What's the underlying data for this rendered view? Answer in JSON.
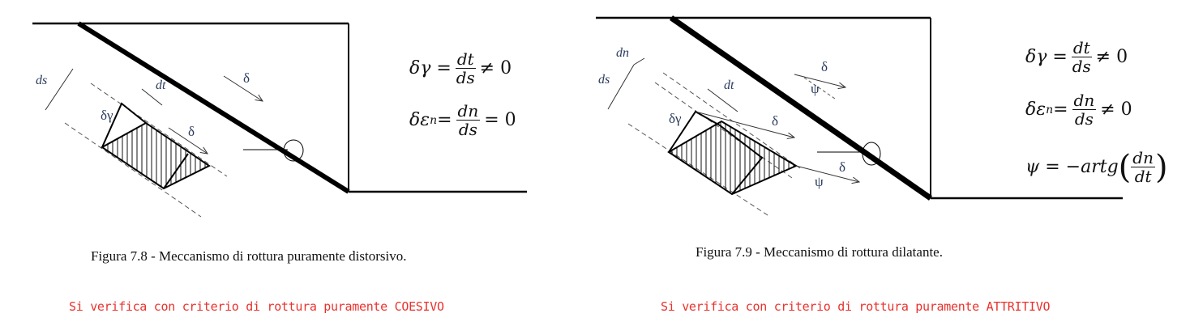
{
  "figure_left": {
    "labels": {
      "ds": "ds",
      "dt": "dt",
      "dgamma": "δγ",
      "delta1": "δ",
      "delta2": "δ"
    },
    "equations": [
      {
        "lhs": "δγ =",
        "num": "dt",
        "den": "ds",
        "rhs": "≠ 0"
      },
      {
        "lhs": "δε",
        "sub": "n",
        "eq": " =",
        "num": "dn",
        "den": "ds",
        "rhs": "= 0"
      }
    ],
    "caption": "Figura 7.8 - Meccanismo di rottura puramente distorsivo.",
    "note": "Si verifica con criterio di rottura puramente COESIVO"
  },
  "figure_right": {
    "labels": {
      "dn": "dn",
      "ds": "ds",
      "dt": "dt",
      "dgamma": "δγ",
      "delta1": "δ",
      "delta2": "δ",
      "delta3": "δ",
      "psi1": "ψ",
      "psi2": "ψ"
    },
    "equations": [
      {
        "lhs": "δγ =",
        "num": "dt",
        "den": "ds",
        "rhs": "≠ 0"
      },
      {
        "lhs": "δε",
        "sub": "n",
        "eq": " =",
        "num": "dn",
        "den": "ds",
        "rhs": "≠ 0"
      },
      {
        "lhs": "ψ = −artg",
        "num": "dn",
        "den": "dt"
      }
    ],
    "caption": "Figura 7.9 - Meccanismo di rottura dilatante.",
    "note": "Si verifica con criterio di rottura puramente ATTRITIVO"
  },
  "colors": {
    "note": "#e8322c",
    "label": "#2a3a5c"
  }
}
